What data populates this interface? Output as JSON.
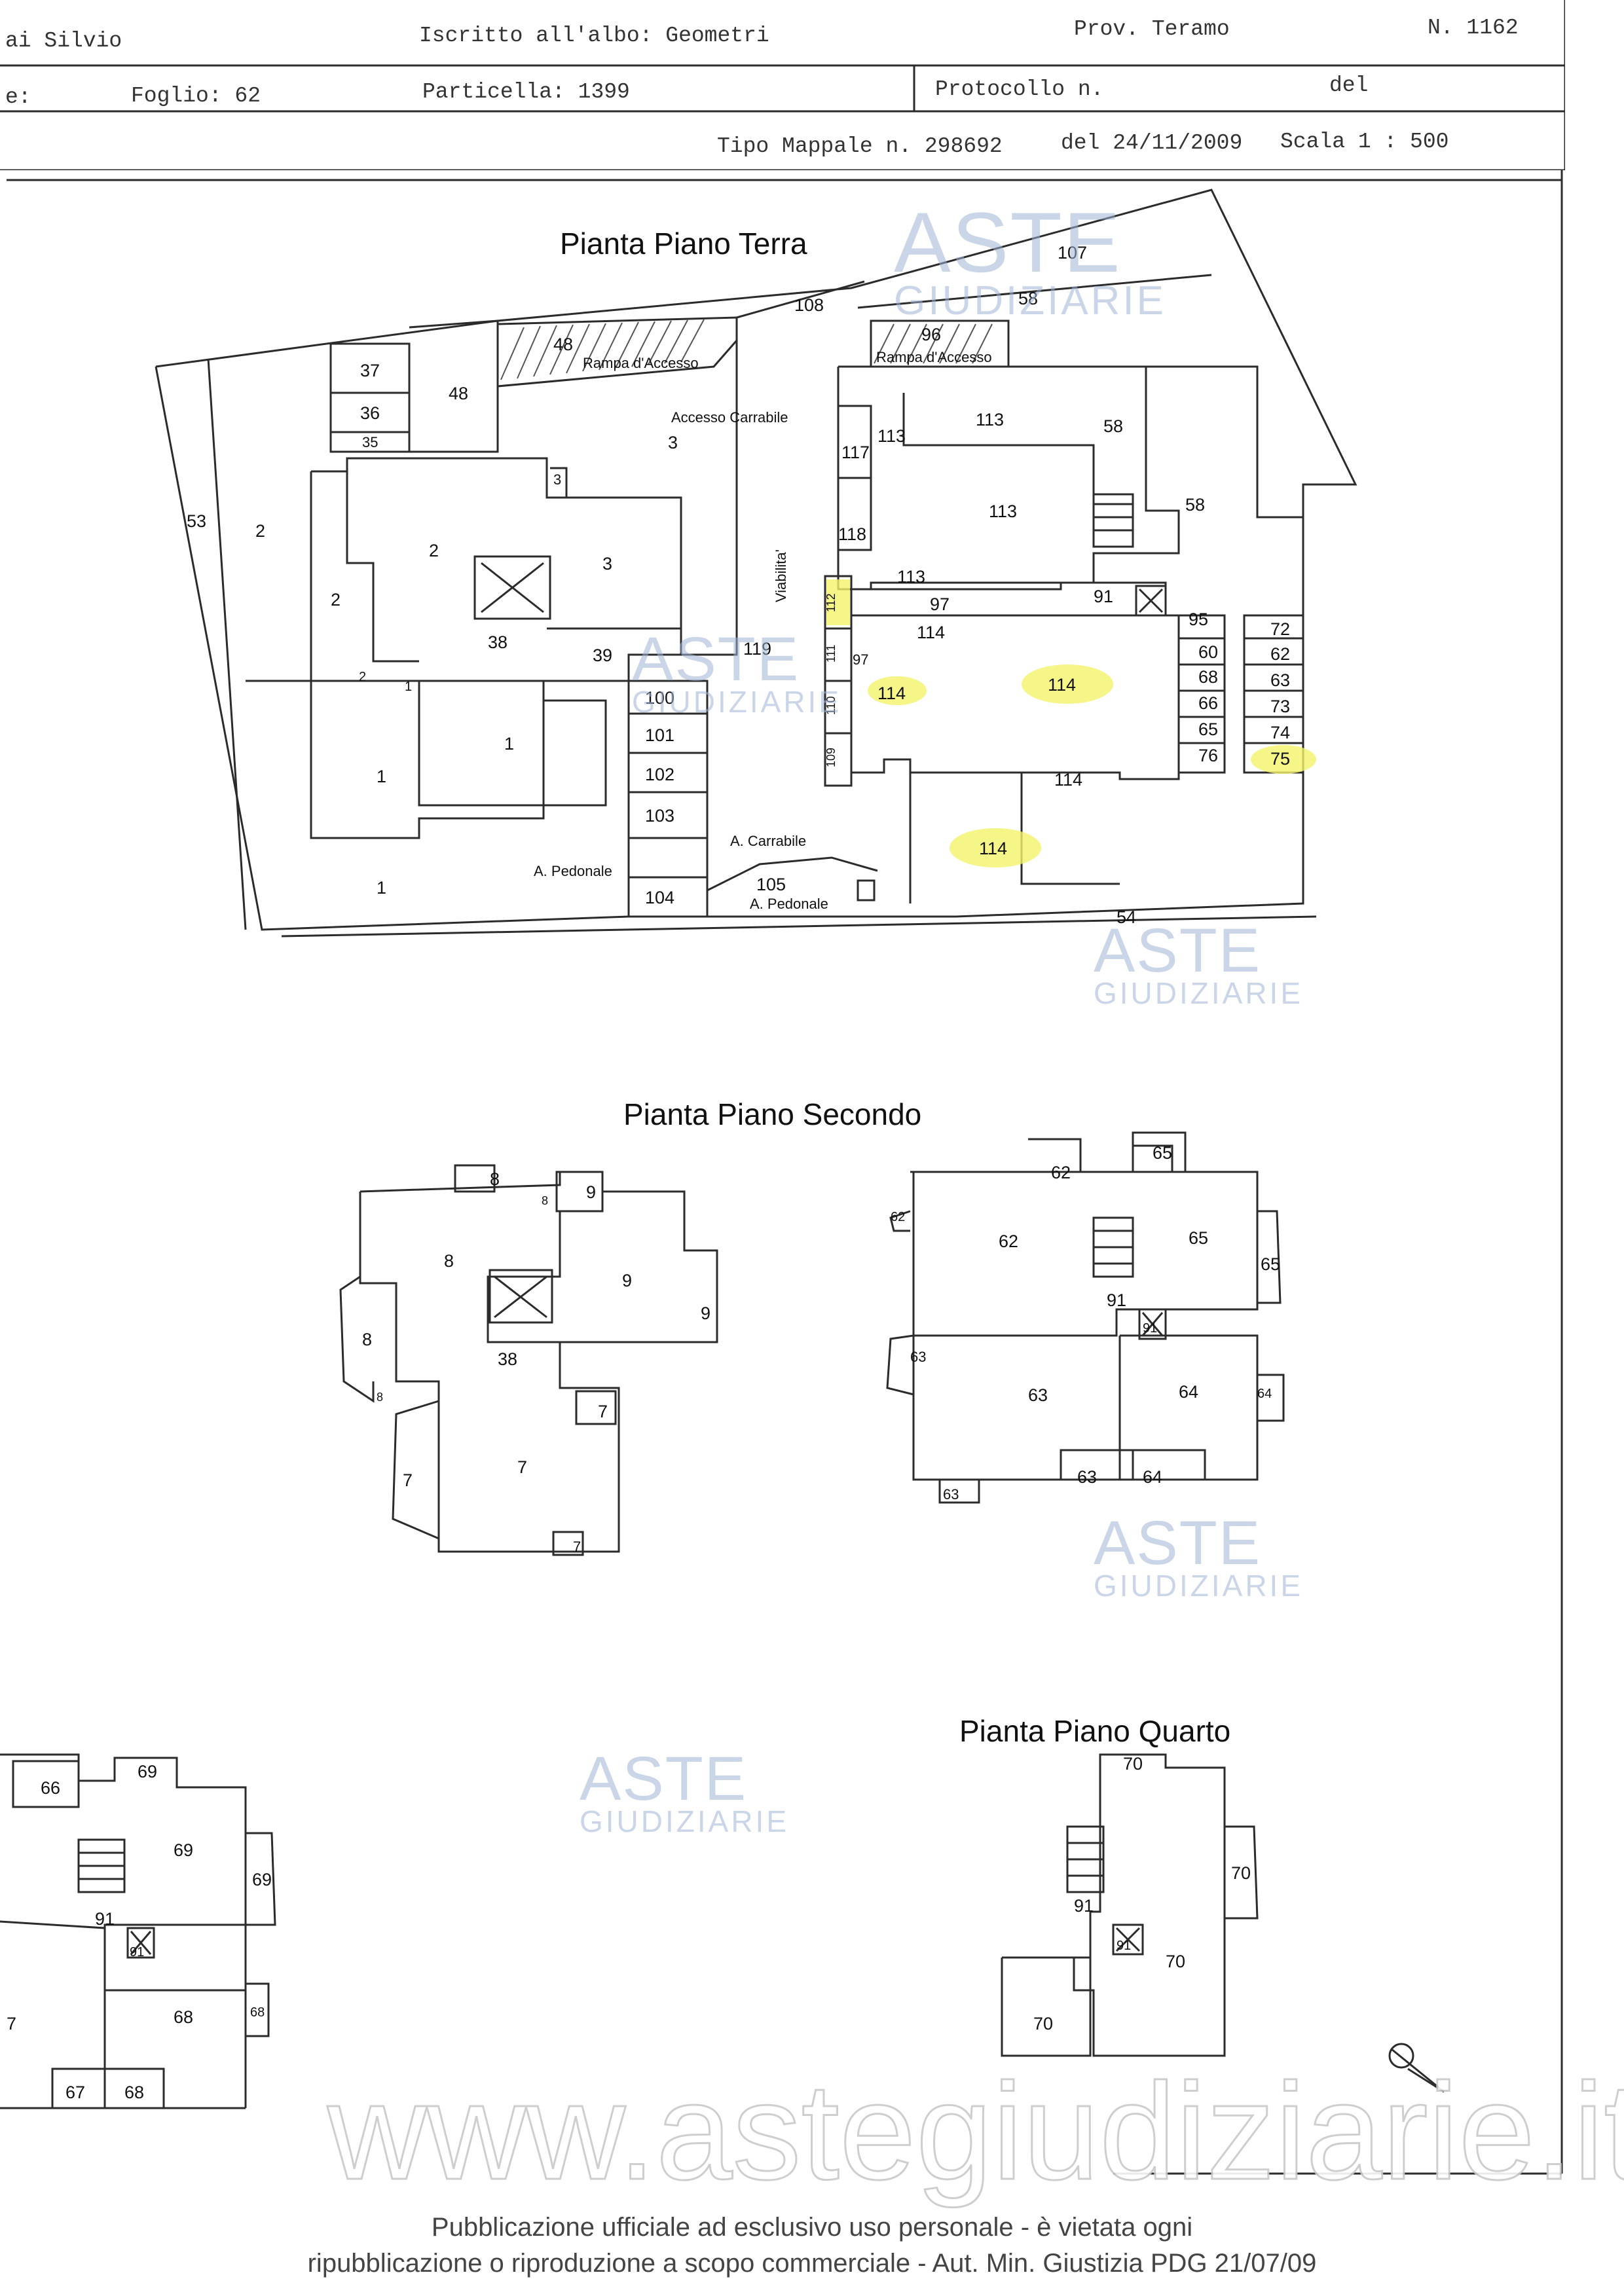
{
  "header": {
    "surname": "ai Silvio",
    "register": "Iscritto all'albo: Geometri",
    "province": "Prov. Teramo",
    "number": "N. 1162",
    "comune": "e:",
    "foglio": "Foglio: 62",
    "particella": "Particella: 1399",
    "protocollo": "Protocollo n.",
    "del_label": "del",
    "tipo_mappale": "Tipo Mappale n. 298692",
    "date": "del 24/11/2009",
    "scale": "Scala 1 : 500"
  },
  "plans": {
    "ground_title": "Pianta Piano Terra",
    "second_title": "Pianta Piano Secondo",
    "fourth_title": "Pianta Piano Quarto"
  },
  "ground_labels": {
    "rampa_left": "Rampa d'Accesso",
    "rampa_right": "Rampa d'Accesso",
    "accesso_carrabile": "Accesso Carrabile",
    "viabilita": "Viabilita'",
    "a_carrabile": "A. Carrabile",
    "a_pedonale_left": "A. Pedonale",
    "a_pedonale_right": "A. Pedonale"
  },
  "watermark": {
    "aste": "ASTE",
    "giudiziarie": "GIUDIZIARIE",
    "site": "www.astegiudiziarie.it"
  },
  "footer": {
    "line1": "Pubblicazione ufficiale ad esclusivo uso personale - è vietata ogni",
    "line2": "ripubblicazione o riproduzione a scopo commerciale - Aut. Min. Giustizia PDG 21/07/09"
  },
  "colors": {
    "line": "#2b2b2b",
    "highlight": "#f3f36a",
    "watermark": "#9fb3d6"
  }
}
